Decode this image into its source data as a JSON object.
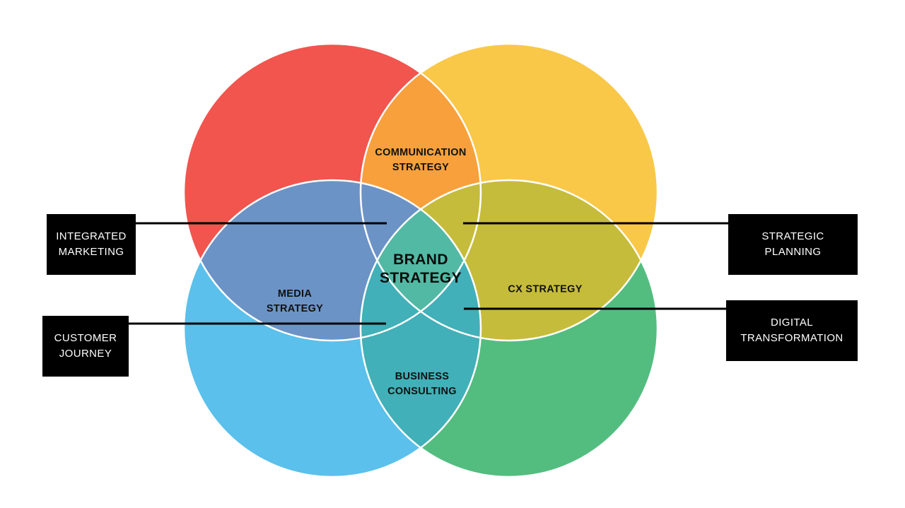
{
  "diagram": {
    "center_label": "BRAND\nSTRATEGY",
    "regions": {
      "communication": "COMMUNICATION\nSTRATEGY",
      "media": "MEDIA\nSTRATEGY",
      "cx": "CX STRATEGY",
      "business": "BUSINESS\nCONSULTING"
    },
    "colors": {
      "red_circle": "#F2544E",
      "yellow_circle": "#F9C848",
      "blue_circle": "#5BC0EB",
      "green_circle": "#53BD80",
      "red_yellow_overlap": "#F8A03C",
      "red_blue_overlap": "#6C93C6",
      "yellow_green_overlap": "#C6BC3C",
      "blue_green_overlap": "#41B0B8",
      "center_overlap": "#52B9A4",
      "circle_outline": "#FFFFFF",
      "connector_line": "#000000",
      "label_text": "#111111",
      "callout_background": "#000000",
      "callout_text": "#FFFFFF"
    }
  },
  "callouts": {
    "integrated_marketing": "INTEGRATED\nMARKETING",
    "customer_journey": "CUSTOMER\nJOURNEY",
    "strategic_planning": "STRATEGIC\nPLANNING",
    "digital_transformation": "DIGITAL\nTRANSFORMATION"
  }
}
